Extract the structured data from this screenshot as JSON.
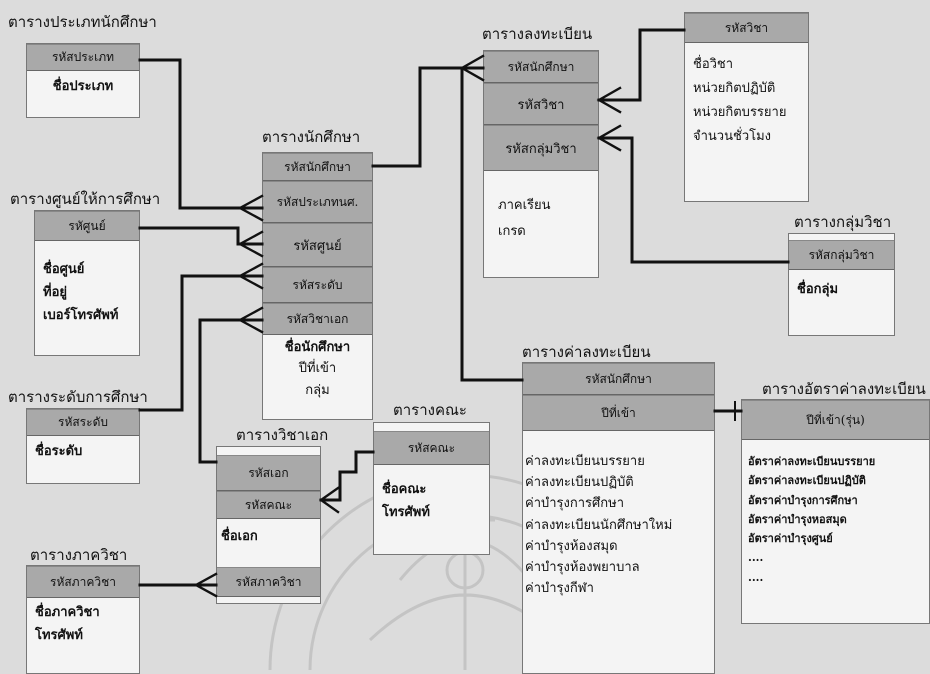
{
  "tables": {
    "student_type": {
      "title": "ตารางประเภทนักศึกษา",
      "keys": [
        "รหัสประเภท"
      ],
      "fields": [
        "ชื่อประเภท"
      ]
    },
    "center": {
      "title": "ตารางศูนย์ให้การศึกษา",
      "keys": [
        "รหัศูนย์"
      ],
      "fields": [
        "ชื่อศูนย์",
        "ที่อยู่",
        "เบอร์โทรศัพท์"
      ]
    },
    "level": {
      "title": "ตารางระดับการศึกษา",
      "keys": [
        "รหัสระดับ"
      ],
      "fields": [
        "ชื่อระดับ"
      ]
    },
    "department": {
      "title": "ตารางภาควิชา",
      "keys": [
        "รหัสภาควิชา"
      ],
      "fields": [
        "ชื่อภาควิชา",
        "โทรศัพท์"
      ]
    },
    "student": {
      "title": "ตารางนักศึกษา",
      "keys": [
        "รหัสนักศึกษา",
        "รหัสประเภทนศ.",
        "รหัสศูนย์",
        "รหัสระดับ",
        "รหัสวิชาเอก"
      ],
      "fields": [
        "ชื่อนักศึกษา",
        "ปีที่เข้า",
        "กลุ่ม"
      ]
    },
    "major": {
      "title": "ตารางวิชาเอก",
      "keys": [
        "รหัสเอก",
        "รหัสคณะ"
      ],
      "fields": [
        "ชื่อเอก"
      ],
      "bottom_key": "รหัสภาควิชา"
    },
    "faculty": {
      "title": "ตารางคณะ",
      "keys": [
        "รหัสคณะ"
      ],
      "fields": [
        "ชื่อคณะ",
        "โทรศัพท์"
      ]
    },
    "registration": {
      "title": "ตารางลงทะเบียน",
      "keys": [
        "รหัสนักศึกษา",
        "รหัสวิชา",
        "รหัสกลุ่มวิชา"
      ],
      "fields": [
        "ภาคเรียน",
        "เกรด"
      ]
    },
    "course": {
      "title": "",
      "keys": [
        "รหัสวิชา"
      ],
      "fields": [
        "ชื่อวิชา",
        "หน่วยกิตปฏิบัติ",
        "หน่วยกิตบรรยาย",
        "จำนวนชั่วโมง"
      ]
    },
    "course_group": {
      "title": "ตารางกลุ่มวิชา",
      "keys": [
        "รหัสกลุ่มวิชา"
      ],
      "fields": [
        "ชื่อกลุ่ม"
      ]
    },
    "fee": {
      "title": "ตารางค่าลงทะเบียน",
      "keys": [
        "รหัสนักศึกษา",
        "ปีที่เข้า"
      ],
      "fields": [
        "ค่าลงทะเบียนบรรยาย",
        "ค่าลงทะเบียนปฏิบัติ",
        "ค่าบำรุงการศึกษา",
        "ค่าลงทะเบียนนักศึกษาใหม่",
        "ค่าบำรุงห้องสมุด",
        "ค่าบำรุงห้องพยาบาล",
        "ค่าบำรุงกีฬา"
      ]
    },
    "fee_rate": {
      "title": "ตารางอัตราค่าลงทะเบียน",
      "keys": [
        "ปีที่เข้า(รุ่น)"
      ],
      "fields": [
        "อัตราค่าลงทะเบียนบรรยาย",
        "อัตราค่าลงทะเบียนปฏิบัติ",
        "อัตราค่าบำรุงการศึกษา",
        "อัตราค่าบำรุงหอสมุด",
        "อัตราค่าบำรุงศูนย์",
        "....",
        "...."
      ]
    }
  }
}
